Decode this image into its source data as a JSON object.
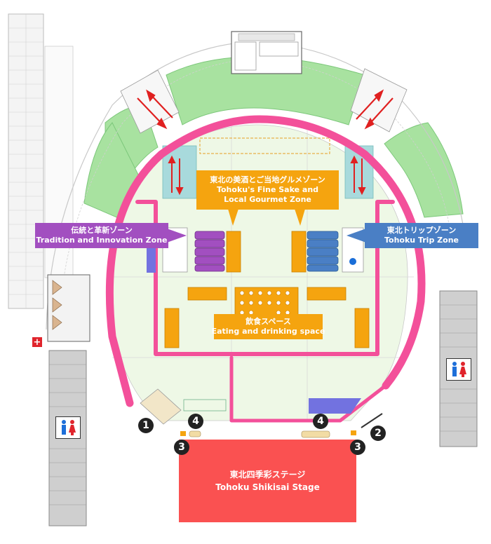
{
  "zones": {
    "sake": {
      "ja": "東北の美酒とご当地グルメゾーン",
      "en1": "Tohoku's Fine Sake and",
      "en2": "Local Gourmet Zone",
      "color": "#f5a40f"
    },
    "tradition": {
      "ja": "伝統と革新ゾーン",
      "en": "Tradition and Innovation Zone",
      "color": "#a24fc0"
    },
    "trip": {
      "ja": "東北トリップゾーン",
      "en": "Tohoku Trip Zone",
      "color": "#4a7fc5"
    },
    "eating": {
      "ja": "飲食スペース",
      "en": "Eating and drinking space",
      "color": "#f5a40f"
    },
    "stage": {
      "ja": "東北四季彩ステージ",
      "en": "Tohoku Shikisai Stage",
      "color": "#fa5151"
    }
  },
  "markers": {
    "m1": "1",
    "m2": "2",
    "m3a": "3",
    "m3b": "3",
    "m4a": "4",
    "m4b": "4"
  },
  "icons": {
    "restroom": "restroom-icon",
    "first_aid": "first-aid-icon"
  },
  "colors": {
    "route": "#f3509a",
    "field": "#eef8e6",
    "stands": "#a8e2a0",
    "booth_orange": "#f5a40f",
    "booth_purple": "#a24fc0",
    "booth_blue": "#4a7fc5",
    "arrow": "#e02020"
  }
}
